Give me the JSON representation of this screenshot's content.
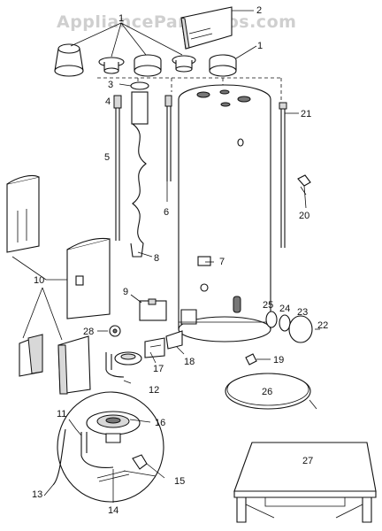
{
  "watermark": "AppliancePartsPros.com",
  "callouts": {
    "c1a": "1",
    "c1b": "1",
    "c2": "2",
    "c3": "3",
    "c4": "4",
    "c5": "5",
    "c6": "6",
    "c7": "7",
    "c8": "8",
    "c9": "9",
    "c10": "10",
    "c11": "11",
    "c12": "12",
    "c13": "13",
    "c14": "14",
    "c15": "15",
    "c16": "16",
    "c17": "17",
    "c18": "18",
    "c19": "19",
    "c20": "20",
    "c21": "21",
    "c22": "22",
    "c23": "23",
    "c24": "24",
    "c25": "25",
    "c26": "26",
    "c27": "27",
    "c28": "28"
  }
}
